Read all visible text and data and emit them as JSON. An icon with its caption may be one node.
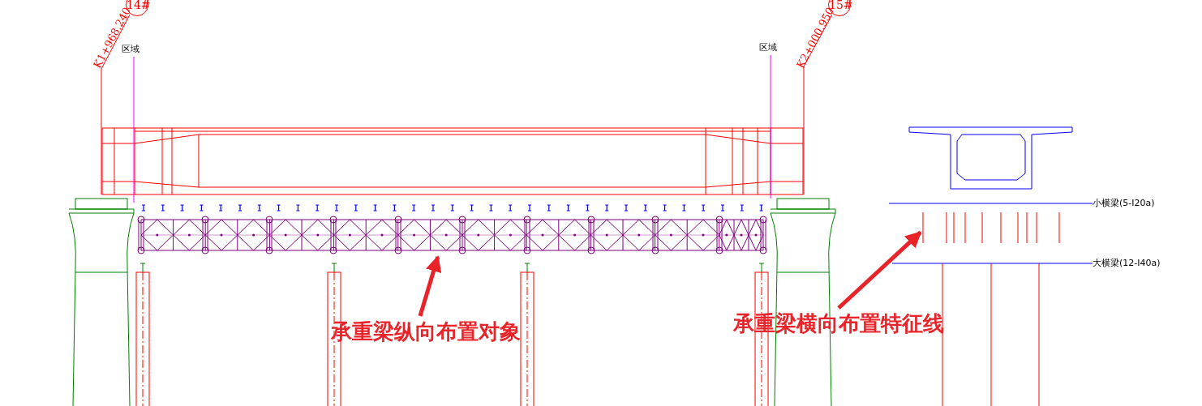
{
  "diagram": {
    "nodes": [
      {
        "text": [
          "承重梁纵向布置对象"
        ]
      },
      {
        "text": [],
        "shape": "picture"
      },
      {
        "text": [
          "承重梁横向布置特征线"
        ]
      },
      {
        "text": [],
        "shape": "picture"
      },
      {
        "text": [
          "14#"
        ]
      },
      {
        "text": [
          "15#"
        ]
      }
    ],
    "edges": [
      {
        "from": 0,
        "to": 1,
        "arrow": "to"
      },
      {
        "from": 2,
        "to": 3,
        "arrow": "to"
      }
    ],
    "labels": [
      "K1+968.240",
      "区域",
      "区域",
      "K2+000.950",
      "小横梁(5-I20a)",
      "大横梁(12-I40a)"
    ]
  }
}
